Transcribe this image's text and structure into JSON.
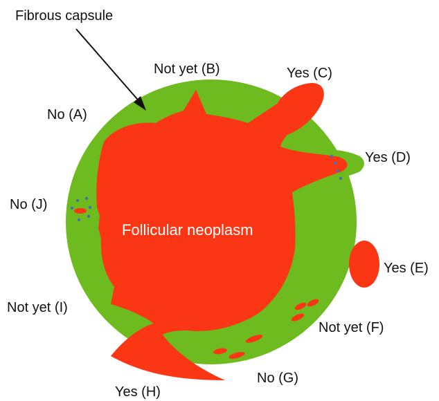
{
  "colors": {
    "capsule": "#6dbb1f",
    "neoplasm": "#fb3614",
    "vessel_dots": "#4a6fb0",
    "text": "#111111",
    "center_text": "#ffffff"
  },
  "labels": {
    "fibrous_capsule": "Fibrous capsule",
    "center": "Follicular neoplasm",
    "a": "No (A)",
    "b": "Not yet (B)",
    "c": "Yes (C)",
    "d": "Yes (D)",
    "e": "Yes (E)",
    "f": "Not yet (F)",
    "g": "No (G)",
    "h": "Yes (H)",
    "i": "Not yet (I)",
    "j": "No (J)"
  }
}
